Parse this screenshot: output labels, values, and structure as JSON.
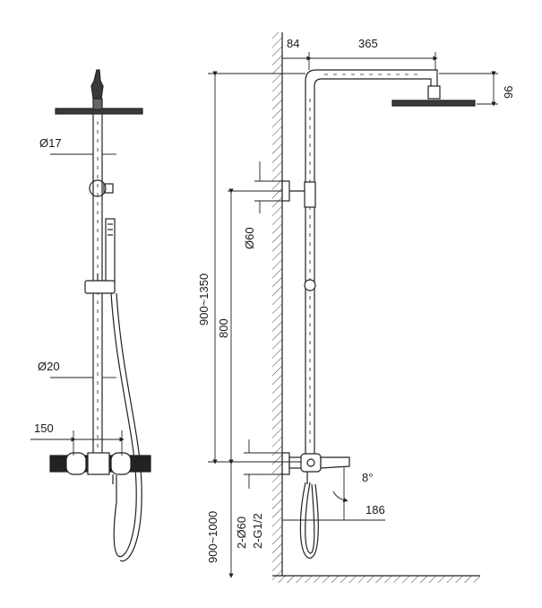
{
  "labels": {
    "pipe_dia_top": "Ø17",
    "pipe_dia_bottom": "Ø20",
    "spacing_150": "150",
    "offset_84": "84",
    "arm_365": "365",
    "head_96": "96",
    "bracket_dia": "Ø60",
    "height_range": "900~1350",
    "height_800": "800",
    "angle_8": "8°",
    "spout_186": "186",
    "inlet_dia": "2-Ø60",
    "inlet_thread": "2-G1/2",
    "floor_range": "900~1000"
  }
}
